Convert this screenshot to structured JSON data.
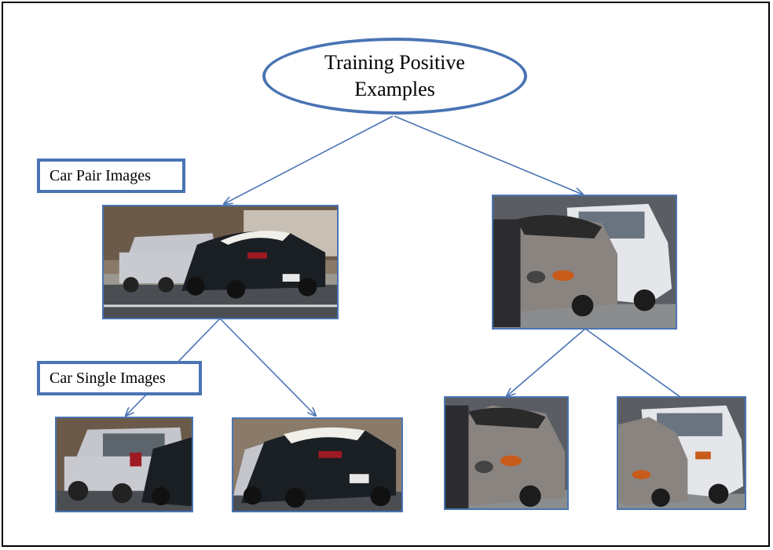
{
  "root": {
    "text": "Training Positive Examples"
  },
  "labels": {
    "pair": "Car Pair Images",
    "single": "Car Single Images"
  },
  "photos": {
    "pair_left": "car-pair-photo-street-sedan-and-convertible",
    "pair_right": "car-pair-photo-roadster-and-white-sedan",
    "single_1": "car-single-photo-silver-sedan",
    "single_2": "car-single-photo-black-convertible",
    "single_3": "car-single-photo-silver-roadster",
    "single_4": "car-single-photo-white-sedan"
  },
  "colors": {
    "accent": "#4a74b4",
    "frame": "#000000"
  }
}
